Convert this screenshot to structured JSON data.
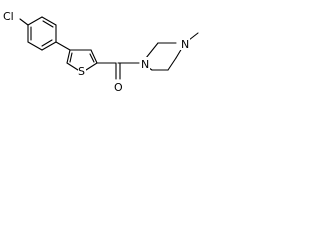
{
  "molecule": {
    "atoms": {
      "chlorine": "Cl",
      "sulfur": "S",
      "oxygen": "O",
      "nitrogen_amide": "N",
      "nitrogen_methyl": "N"
    },
    "bond_color": "#000000",
    "background": "#ffffff"
  }
}
